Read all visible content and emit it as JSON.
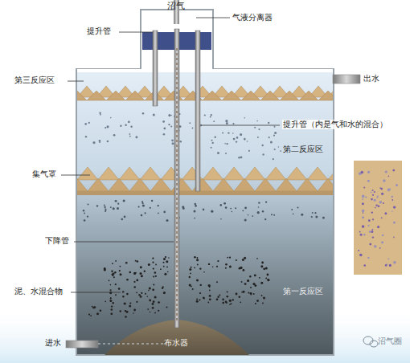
{
  "diagram": {
    "labels": [
      "沼气",
      "气液分离器",
      "提升管",
      "第三反应区",
      "出水",
      "提升管（内是气和水的混合）",
      "第二反应区",
      "集气罩",
      "下降管",
      "泥、水混合物",
      "第一反应区",
      "进水",
      "布水器",
      "沼气圈"
    ]
  }
}
